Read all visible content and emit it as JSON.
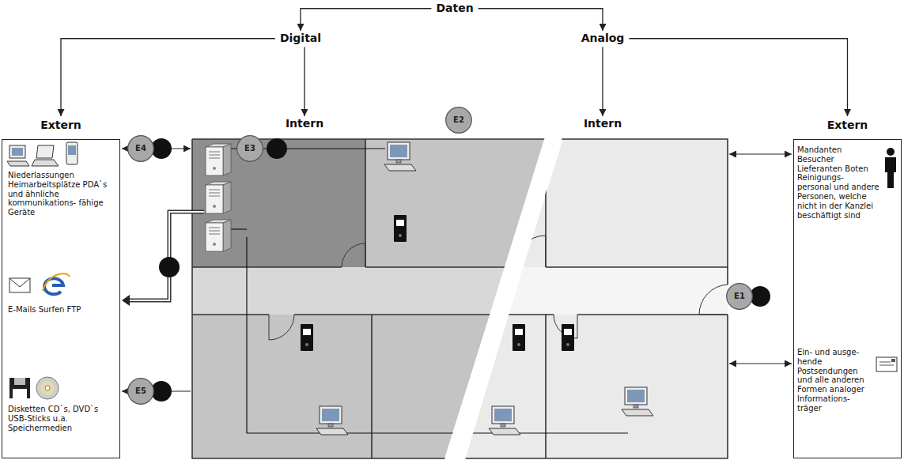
{
  "diagram": {
    "nodes": [
      {
        "text": [
          "Daten"
        ]
      },
      {
        "text": [
          "Digital"
        ]
      },
      {
        "text": [
          "Analog"
        ]
      },
      {
        "text": [
          "Extern",
          "Niederlassungen Heimarbeitsplätze PDA`s und ähnliche kommunikations- fähige Geräte",
          "E-Mails Surfen FTP",
          "Disketten CD`s, DVD`s USB-Sticks u.a. Speichermedien"
        ]
      },
      {
        "text": [
          "Intern"
        ]
      },
      {
        "text": [
          "Intern"
        ]
      },
      {
        "text": [
          "Extern",
          "Mandanten Besucher Lieferanten Boten Reinigungs- personal und andere Personen, welche nicht in der Kanzlei beschäftigt sind",
          "Ein- und ausge- hende Postsendungen und alle anderen Formen analoger Informations- träger"
        ]
      },
      {
        "text": [
          "E2"
        ]
      },
      {
        "text": [
          "E4"
        ]
      },
      {
        "text": [
          "E3"
        ]
      },
      {
        "text": [
          "E1"
        ]
      },
      {
        "text": [
          "E5"
        ]
      }
    ],
    "edges": [
      {
        "from": 0,
        "to": 1,
        "arrow": "to"
      },
      {
        "from": 0,
        "to": 2,
        "arrow": "to"
      },
      {
        "from": 1,
        "to": 3,
        "arrow": "to"
      },
      {
        "from": 1,
        "to": 4,
        "arrow": "to"
      },
      {
        "from": 2,
        "to": 5,
        "arrow": "to"
      },
      {
        "from": 2,
        "to": 6,
        "arrow": "to"
      }
    ]
  }
}
